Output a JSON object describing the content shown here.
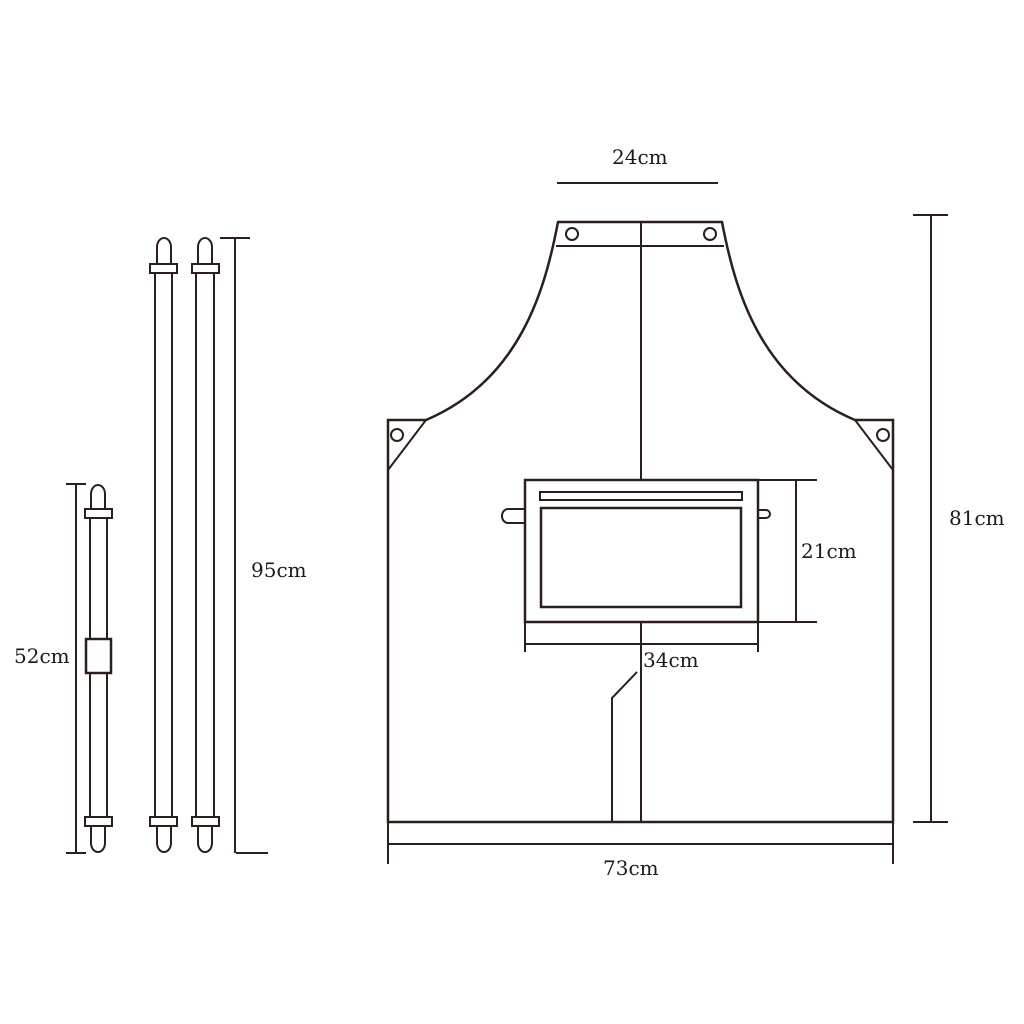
{
  "colors": {
    "line": "#2a1f1c",
    "text": "#1a1a1a",
    "background": "#ffffff"
  },
  "dimensions": {
    "neck_width": "24cm",
    "total_height": "81cm",
    "pocket_height": "21cm",
    "pocket_width": "34cm",
    "bottom_width": "73cm",
    "long_strap_length": "95cm",
    "short_strap_length": "52cm"
  }
}
